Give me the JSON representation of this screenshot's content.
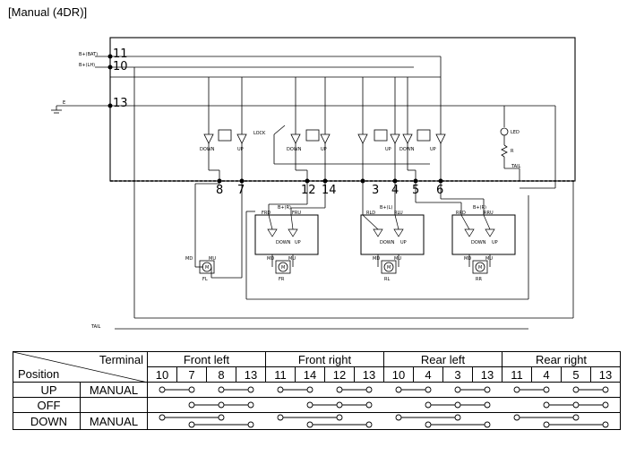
{
  "title": "[Manual (4DR)]",
  "schematic": {
    "terminals": {
      "t11": "11",
      "t10": "10",
      "t13": "13",
      "t8": "8",
      "t7": "7",
      "t12": "12",
      "t14": "14",
      "t3": "3",
      "t4": "4",
      "t5": "5",
      "t6": "6"
    },
    "power": {
      "batt": "B+(BAT)",
      "lh": "B+(LH)",
      "ground": "E",
      "tail_right": "TAIL",
      "tail_bottom": "TAIL"
    },
    "main_switches": {
      "down_fl": "DOWN",
      "up_fl": "UP",
      "down_fr": "DOWN",
      "up_fr": "UP",
      "up_rl": "UP",
      "down_rr": "DOWN",
      "up_rr": "UP",
      "lock": "LOCK"
    },
    "led": {
      "label": "LED",
      "resistor": "R"
    },
    "sub_fr": {
      "supply": "B+(R)",
      "down_term": "FRD",
      "up_term": "FRU",
      "down": "DOWN",
      "up": "UP"
    },
    "sub_rl": {
      "supply": "B+(L)",
      "down_term": "RLD",
      "up_term": "RLU",
      "down": "DOWN",
      "up": "UP"
    },
    "sub_rr": {
      "supply": "B+(R)",
      "down_term": "RRD",
      "up_term": "RRU",
      "down": "DOWN",
      "up": "UP"
    },
    "motors": {
      "fl": {
        "name": "FL",
        "md": "MD",
        "mu": "MU",
        "symbol": "M"
      },
      "fr": {
        "name": "FR",
        "md": "MD",
        "mu": "MU",
        "symbol": "M"
      },
      "rl": {
        "name": "RL",
        "md": "MD",
        "mu": "MU",
        "symbol": "M"
      },
      "rr": {
        "name": "RR",
        "md": "MD",
        "mu": "MU",
        "symbol": "M"
      }
    }
  },
  "table": {
    "corner_terminal": "Terminal",
    "corner_position": "Position",
    "groups": [
      {
        "name": "Front left",
        "terminals": [
          "10",
          "7",
          "8",
          "13"
        ]
      },
      {
        "name": "Front right",
        "terminals": [
          "11",
          "14",
          "12",
          "13"
        ]
      },
      {
        "name": "Rear left",
        "terminals": [
          "10",
          "4",
          "3",
          "13"
        ]
      },
      {
        "name": "Rear right",
        "terminals": [
          "11",
          "4",
          "5",
          "13"
        ]
      }
    ],
    "rows": [
      {
        "position": "UP",
        "mode": "MANUAL"
      },
      {
        "position": "OFF",
        "mode": ""
      },
      {
        "position": "DOWN",
        "mode": "MANUAL"
      }
    ]
  }
}
